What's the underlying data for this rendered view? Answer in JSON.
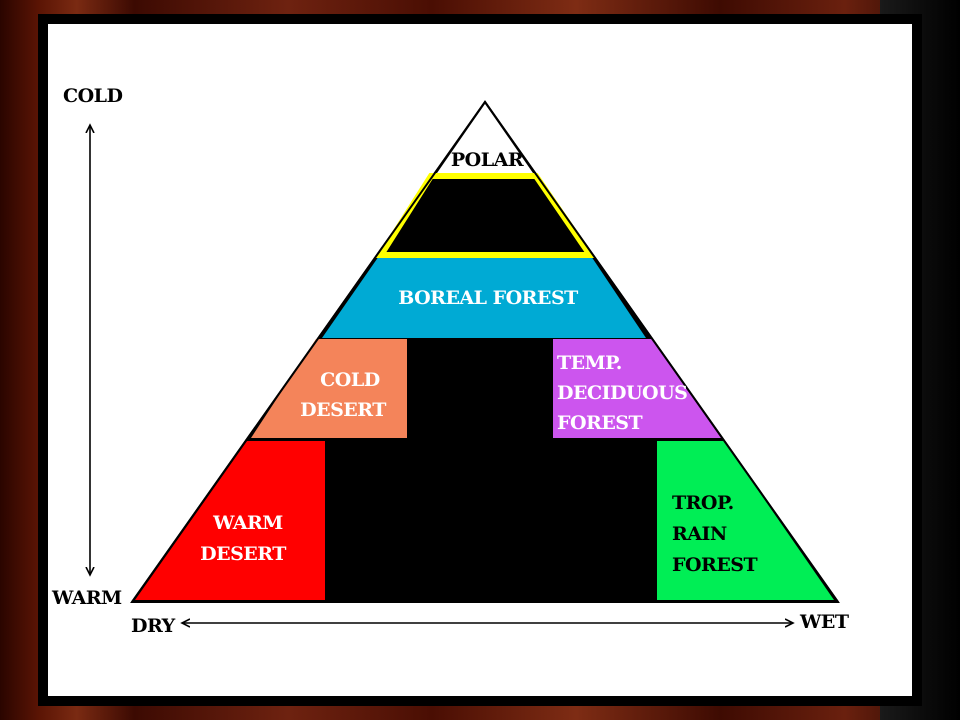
{
  "axes": {
    "cold": "COLD",
    "warm": "WARM",
    "dry": "DRY",
    "wet": "WET"
  },
  "biomes": {
    "polar": "POLAR",
    "boreal_forest": "BOREAL FOREST",
    "cold_desert": [
      "COLD",
      "DESERT"
    ],
    "temp_deciduous_forest": [
      "TEMP.",
      "DECIDUOUS",
      "FOREST"
    ],
    "warm_desert": [
      "WARM",
      "DESERT"
    ],
    "trop_rain_forest": [
      "TROP.",
      "RAIN",
      "FOREST"
    ]
  },
  "colors": {
    "boreal_forest": "#00aad4",
    "cold_desert": "#f4845a",
    "temp_deciduous_forest": "#cc55ee",
    "warm_desert": "#ff0000",
    "trop_rain_forest": "#00ee55",
    "highlight": "#ffff00",
    "hidden": "#000000",
    "label_light": "#ffffff",
    "label_dark": "#000000"
  }
}
